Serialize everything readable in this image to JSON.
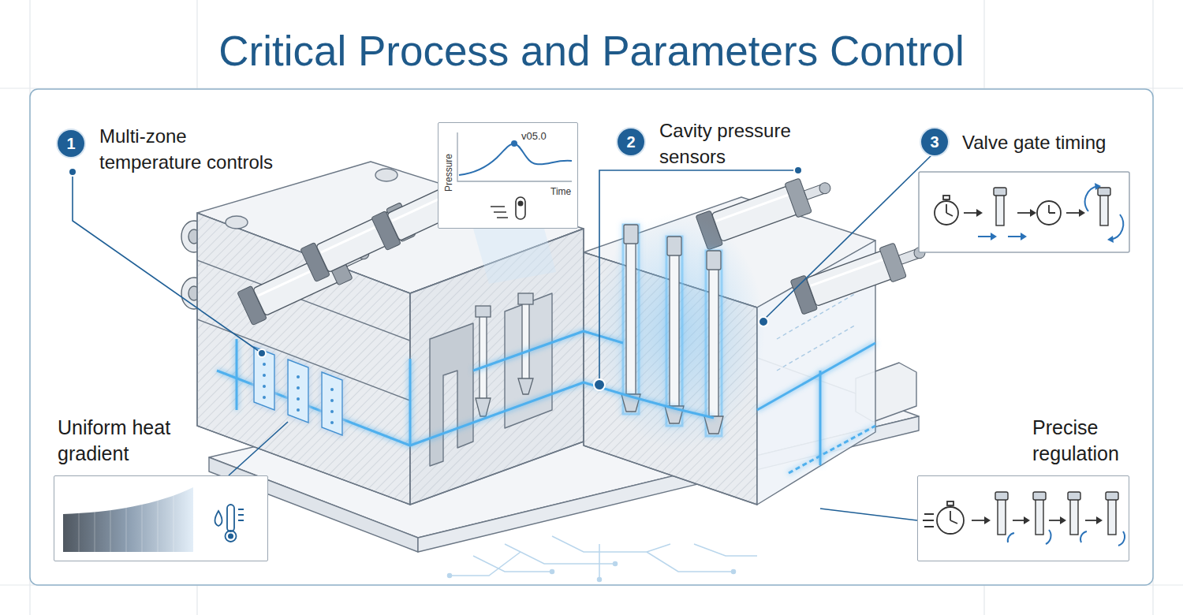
{
  "diagram": {
    "title": "Critical Process and Parameters Control",
    "nodes": [
      {
        "text": [
          "1",
          "Multi-zone temperature controls"
        ]
      },
      {
        "text": [
          "v05.0",
          "Pressure",
          "Time"
        ]
      },
      {
        "text": [
          "2",
          "Cavity pressure sensors"
        ]
      },
      {
        "text": [
          "3",
          "Valve gate timing"
        ]
      },
      {
        "text": [
          "Uniform heat gradient"
        ]
      },
      {
        "text": [
          "Precise regulation"
        ]
      }
    ]
  }
}
